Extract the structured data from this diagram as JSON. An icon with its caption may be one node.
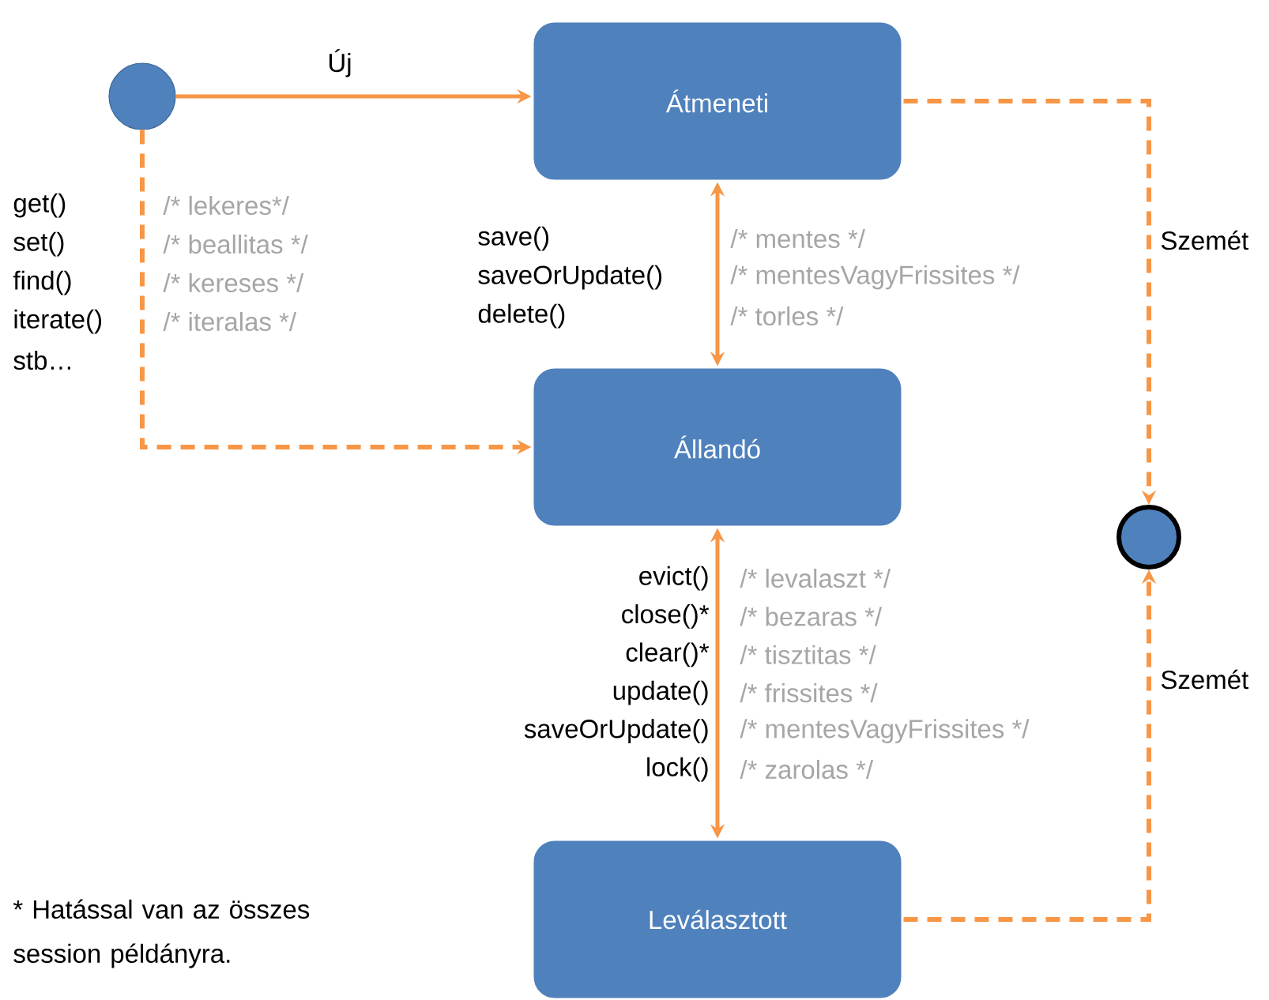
{
  "diagram": {
    "nodes": [
      {
        "text": [],
        "shape": "circle"
      },
      {
        "text": [
          "Átmeneti"
        ]
      },
      {
        "text": [
          "Állandó"
        ]
      },
      {
        "text": [
          "Leválasztott"
        ]
      },
      {
        "text": [],
        "shape": "circle"
      }
    ],
    "edges": [
      {
        "from": 0,
        "to": 1,
        "arrow": "to",
        "label": "Új"
      },
      {
        "from": 0,
        "to": 2,
        "arrow": "to",
        "style": "dashed"
      },
      {
        "from": 1,
        "to": 2,
        "arrow": "both"
      },
      {
        "from": 2,
        "to": 3,
        "arrow": "both"
      },
      {
        "from": 1,
        "to": 4,
        "arrow": "to",
        "style": "dashed",
        "label": "Szemét"
      },
      {
        "from": 3,
        "to": 4,
        "arrow": "to",
        "style": "dashed",
        "label": "Szemét"
      }
    ],
    "labels": [
      "get()",
      "/* lekeres*/",
      "set()",
      "/* beallitas */",
      "find()",
      "/* kereses */",
      "iterate()",
      "/* iteralas */",
      "stb…",
      "save()",
      "/* mentes */",
      "saveOrUpdate()",
      "/* mentesVagyFrissites */",
      "delete()",
      "/* torles */",
      "evict()",
      "/* levalaszt */",
      "close()*",
      "/*  bezaras */",
      "clear()*",
      "/* tisztitas */",
      "update()",
      "/* frissites */",
      "saveOrUpdate()",
      "/* mentesVagyFrissites */",
      "lock()",
      "/* zarolas */",
      "* Hatással van az összes session példányra."
    ]
  }
}
